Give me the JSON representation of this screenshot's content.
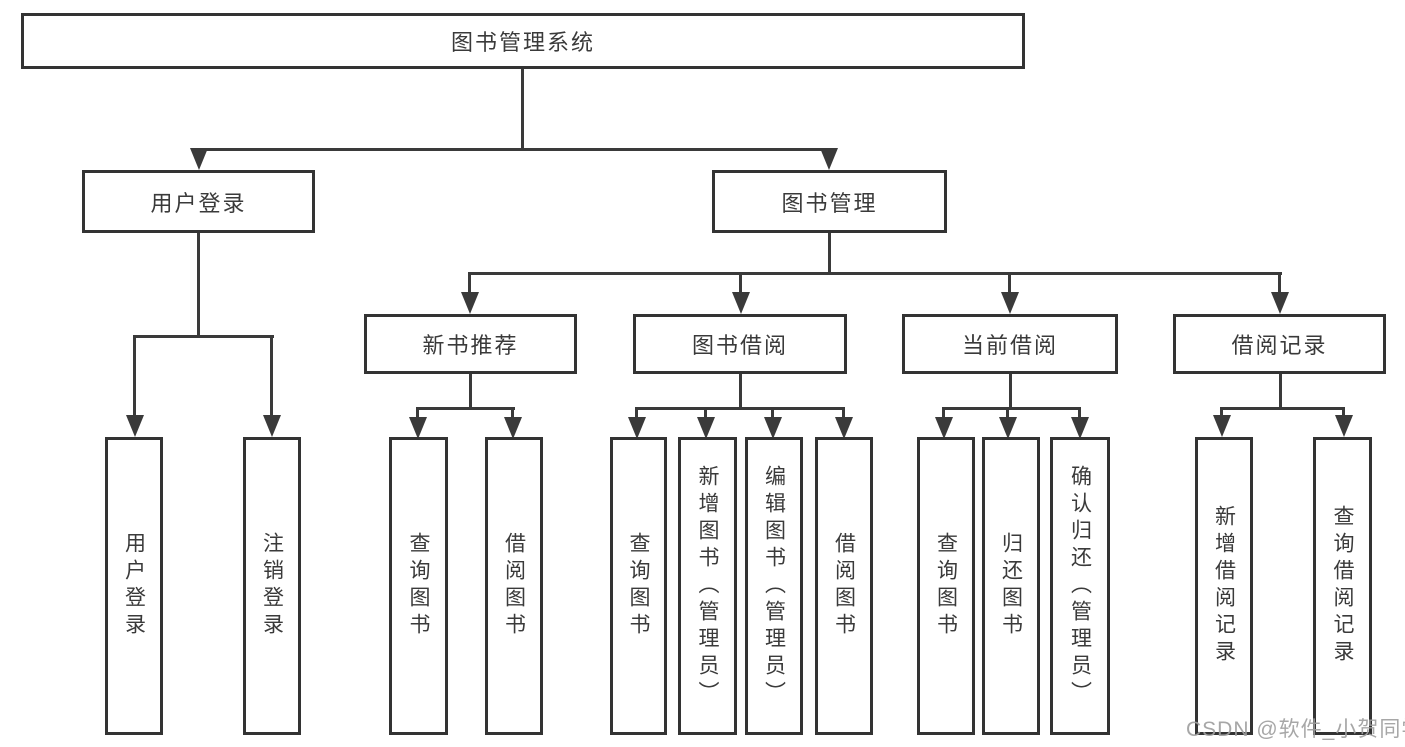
{
  "diagram": {
    "watermark": "CSDN @软件_小贺同学",
    "colors": {
      "background": "#ffffff",
      "box_border": "#333333",
      "connector_line": "#3a3a3a",
      "text": "#3a3a3a",
      "watermark_text": "#a0a0a0"
    },
    "nodes": {
      "root": {
        "label": "图书管理系统"
      },
      "user_login": {
        "label": "用户登录"
      },
      "book_mgmt": {
        "label": "图书管理"
      },
      "login": {
        "label": "用户登录"
      },
      "logout": {
        "label": "注销登录"
      },
      "new_book_rec": {
        "label": "新书推荐"
      },
      "book_borrow": {
        "label": "图书借阅"
      },
      "current_borrow": {
        "label": "当前借阅"
      },
      "borrow_record": {
        "label": "借阅记录"
      },
      "rec_query_book": {
        "label": "查询图书"
      },
      "rec_borrow_book": {
        "label": "借阅图书"
      },
      "bb_query_book": {
        "label": "查询图书"
      },
      "bb_add_book": {
        "label": "新增图书（管理员）"
      },
      "bb_edit_book": {
        "label": "编辑图书（管理员）"
      },
      "bb_borrow_book": {
        "label": "借阅图书"
      },
      "cb_query_book": {
        "label": "查询图书"
      },
      "cb_return_book": {
        "label": "归还图书"
      },
      "cb_confirm_return": {
        "label": "确认归还（管理员）"
      },
      "br_add_record": {
        "label": "新增借阅记录"
      },
      "br_query_record": {
        "label": "查询借阅记录"
      }
    },
    "hierarchy": {
      "root": [
        "user_login",
        "book_mgmt"
      ],
      "user_login": [
        "login",
        "logout"
      ],
      "book_mgmt": [
        "new_book_rec",
        "book_borrow",
        "current_borrow",
        "borrow_record"
      ],
      "new_book_rec": [
        "rec_query_book",
        "rec_borrow_book"
      ],
      "book_borrow": [
        "bb_query_book",
        "bb_add_book",
        "bb_edit_book",
        "bb_borrow_book"
      ],
      "current_borrow": [
        "cb_query_book",
        "cb_return_book",
        "cb_confirm_return"
      ],
      "borrow_record": [
        "br_add_record",
        "br_query_record"
      ]
    }
  }
}
